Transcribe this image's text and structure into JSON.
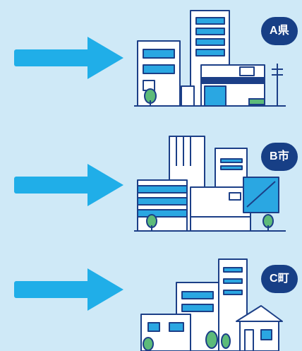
{
  "labels": [
    {
      "text": "A県"
    },
    {
      "text": "B市"
    },
    {
      "text": "C町"
    }
  ],
  "colors": {
    "background": "#cfe9f7",
    "arrow": "#20aee8",
    "badge": "#173f86",
    "outline": "#1c3f87",
    "accent_blue": "#2aa7e2",
    "light_fill": "#ffffff",
    "tree": "#5dbb79"
  },
  "icons": [
    "right-arrow-icon",
    "prefecture-buildings-icon",
    "city-buildings-icon",
    "town-buildings-icon"
  ]
}
